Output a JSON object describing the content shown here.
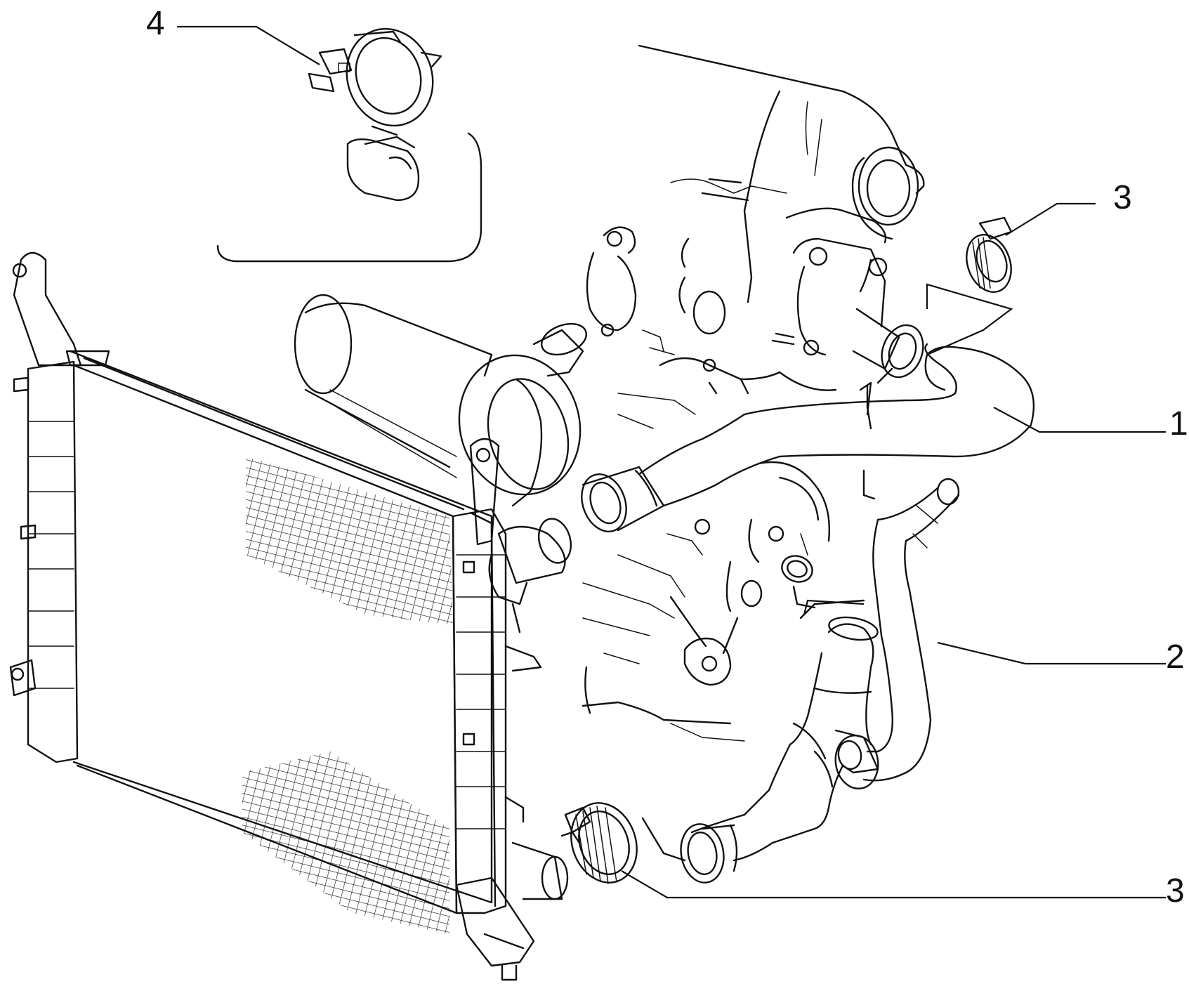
{
  "diagram": {
    "callouts": [
      {
        "id": "c4",
        "text": "4"
      },
      {
        "id": "c3a",
        "text": "3"
      },
      {
        "id": "c1",
        "text": "1"
      },
      {
        "id": "c2",
        "text": "2"
      },
      {
        "id": "c3b",
        "text": "3"
      }
    ],
    "colors": {
      "ink": "#111111",
      "background": "#ffffff"
    }
  }
}
